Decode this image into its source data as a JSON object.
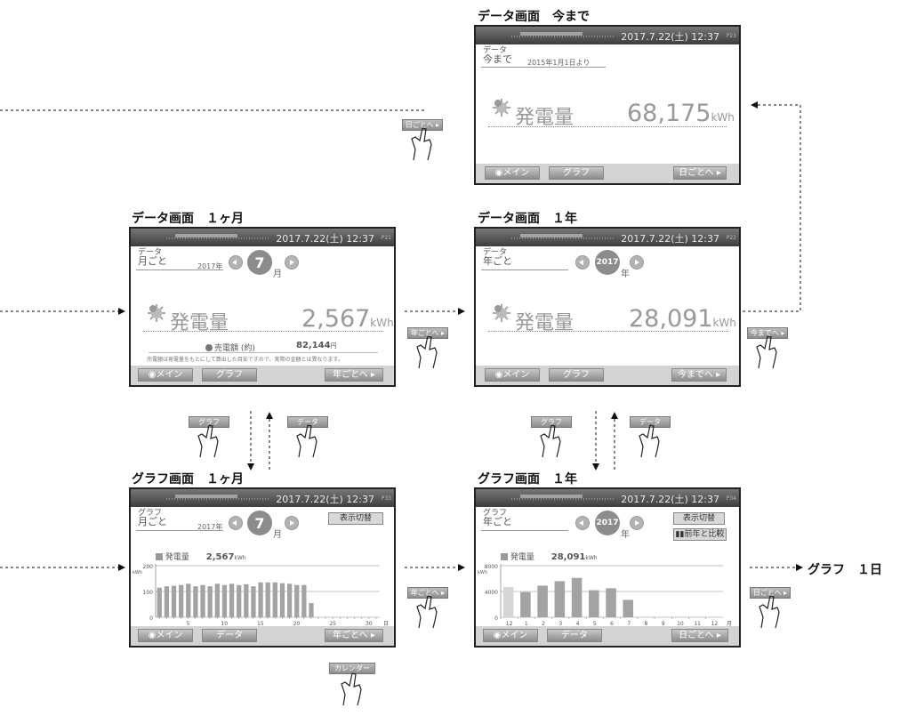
{
  "titles": {
    "data_total": "データ画面　今まで",
    "data_month": "データ画面　１ヶ月",
    "data_year": "データ画面　１年",
    "graph_month": "グラフ画面　１ヶ月",
    "graph_year": "グラフ画面　１年"
  },
  "status": {
    "datetime": "2017.7.22(土) 12:37"
  },
  "pages": {
    "data_total": "P23",
    "data_month": "P21",
    "data_year": "P22",
    "graph_month": "P33",
    "graph_year": "P34"
  },
  "common": {
    "label_data": "データ",
    "label_graph": "グラフ",
    "per_month": "月ごと",
    "per_year": "年ごと",
    "until_now": "今まで",
    "gen": "発電量",
    "kwh": "kWh",
    "kwh_small": "kWh",
    "btn_main": "◉メイン",
    "btn_graph": "グラフ",
    "btn_data": "データ",
    "btn_per_day": "日ごとへ ▸",
    "btn_per_year": "年ごとへ ▸",
    "btn_until_now": "今までへ ▸",
    "btn_display_toggle": "表示切替",
    "btn_compare": "前年と比較",
    "btn_calendar": "カレンダー",
    "year_suffix": "年",
    "month_suffix": "月"
  },
  "data_total": {
    "since": "2015年1月1日より",
    "value": "68,175"
  },
  "data_month": {
    "year": "2017年",
    "month": "7",
    "value": "2,567",
    "sell_label": "売電額 (約)",
    "sell_value": "82,144",
    "sell_unit": "円",
    "note": "売電額は発電量をもとにして算出した目安ですので、実際の金額とは異なります。"
  },
  "data_year": {
    "year": "2017",
    "value": "28,091"
  },
  "graph_month": {
    "year": "2017年",
    "month": "7",
    "total": "2,567"
  },
  "graph_year": {
    "year": "2017",
    "total": "28,091"
  },
  "flow": {
    "to_graph_day": "グラフ　１日"
  },
  "chart_data": [
    {
      "type": "bar",
      "title": "",
      "ylabel": "kWh",
      "xlabel": "日",
      "ylim": [
        0,
        200
      ],
      "yticks": [
        "200",
        "100",
        "0"
      ],
      "xticks": [
        "5",
        "10",
        "15",
        "20",
        "25",
        "30"
      ],
      "x": [
        1,
        2,
        3,
        4,
        5,
        6,
        7,
        8,
        9,
        10,
        11,
        12,
        13,
        14,
        15,
        16,
        17,
        18,
        19,
        20,
        21,
        22
      ],
      "values": [
        115,
        120,
        122,
        125,
        130,
        120,
        125,
        120,
        130,
        125,
        130,
        125,
        128,
        120,
        135,
        135,
        135,
        132,
        130,
        125,
        125,
        55
      ],
      "series_label": "発電量"
    },
    {
      "type": "bar",
      "title": "",
      "ylabel": "kWh",
      "xlabel": "月",
      "ylim": [
        0,
        8000
      ],
      "yticks": [
        "8000",
        "4000",
        "0"
      ],
      "categories": [
        "12",
        "1",
        "2",
        "3",
        "4",
        "5",
        "6",
        "7",
        "8",
        "9",
        "10",
        "11",
        "12"
      ],
      "values": [
        4700,
        3900,
        4900,
        5600,
        6100,
        4200,
        4500,
        2700,
        0,
        0,
        0,
        0,
        0
      ],
      "highlight_first": true,
      "series_label": "発電量"
    }
  ]
}
